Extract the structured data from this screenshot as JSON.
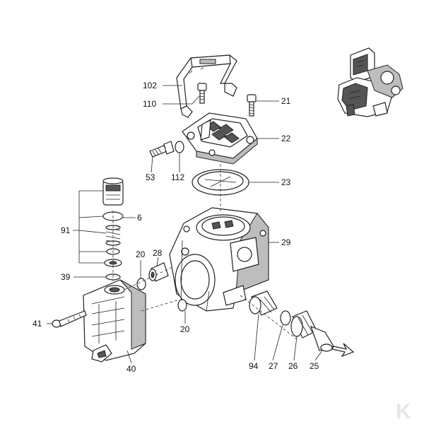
{
  "diagram": {
    "labels": {
      "p102": "102",
      "p110": "110",
      "p21": "21",
      "p22": "22",
      "p53": "53",
      "p112": "112",
      "p23": "23",
      "p6": "6",
      "p91": "91",
      "p20a": "20",
      "p28": "28",
      "p29": "29",
      "p39": "39",
      "p41": "41",
      "p20b": "20",
      "p40": "40",
      "p94": "94",
      "p27": "27",
      "p26": "26",
      "p25": "25"
    },
    "watermark": "K"
  }
}
